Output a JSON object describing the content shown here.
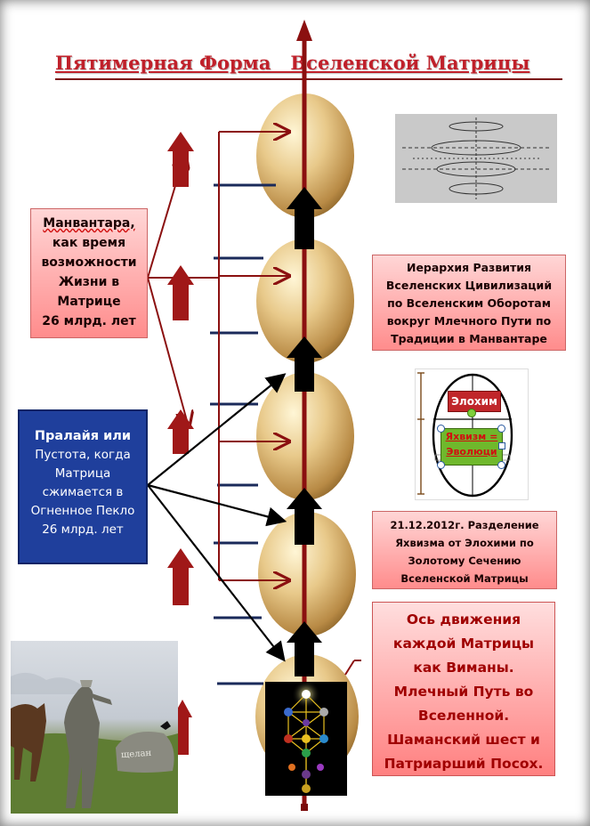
{
  "title": "Пятимерная Форма   Вселенской Матрицы",
  "manvantara": {
    "lines": [
      "Манвантара,",
      "как время",
      "возможности",
      "Жизни в",
      "Матрице",
      "26 млрд. лет"
    ]
  },
  "pralaya": {
    "lines": [
      "Пралайя или",
      "Пустота, когда",
      "Матрица",
      "сжимается в",
      "Огненное Пекло",
      "26 млрд. лет"
    ]
  },
  "hierarchy": {
    "lines": [
      "Иерархия Развития",
      "Вселенских Цивилизаций",
      "по Вселенским Оборотам",
      "вокруг Млечного Пути по",
      "Традиции в Манвантаре"
    ]
  },
  "separation": {
    "lines": [
      "21.12.2012г.  Разделение",
      "Яхвизма от Элохими по",
      "Золотому Сечению",
      "Вселенской Матрицы"
    ]
  },
  "axis": {
    "lines": [
      "Ось движения",
      "каждой Матрицы",
      "как Виманы.",
      "Млечный Путь во",
      "Вселенной.",
      "Шаманский шест и",
      "Патриарший Посох."
    ]
  },
  "egg_diagram": {
    "top_label": "Элохим",
    "bottom_label_1": "Яхвизм =",
    "bottom_label_2": "Эволюци"
  },
  "photo_text": "щелан",
  "colors": {
    "title": "#c0202a",
    "axis": "#8b1010",
    "arrow_red": "#a01818",
    "navy": "#1f3f9c"
  }
}
